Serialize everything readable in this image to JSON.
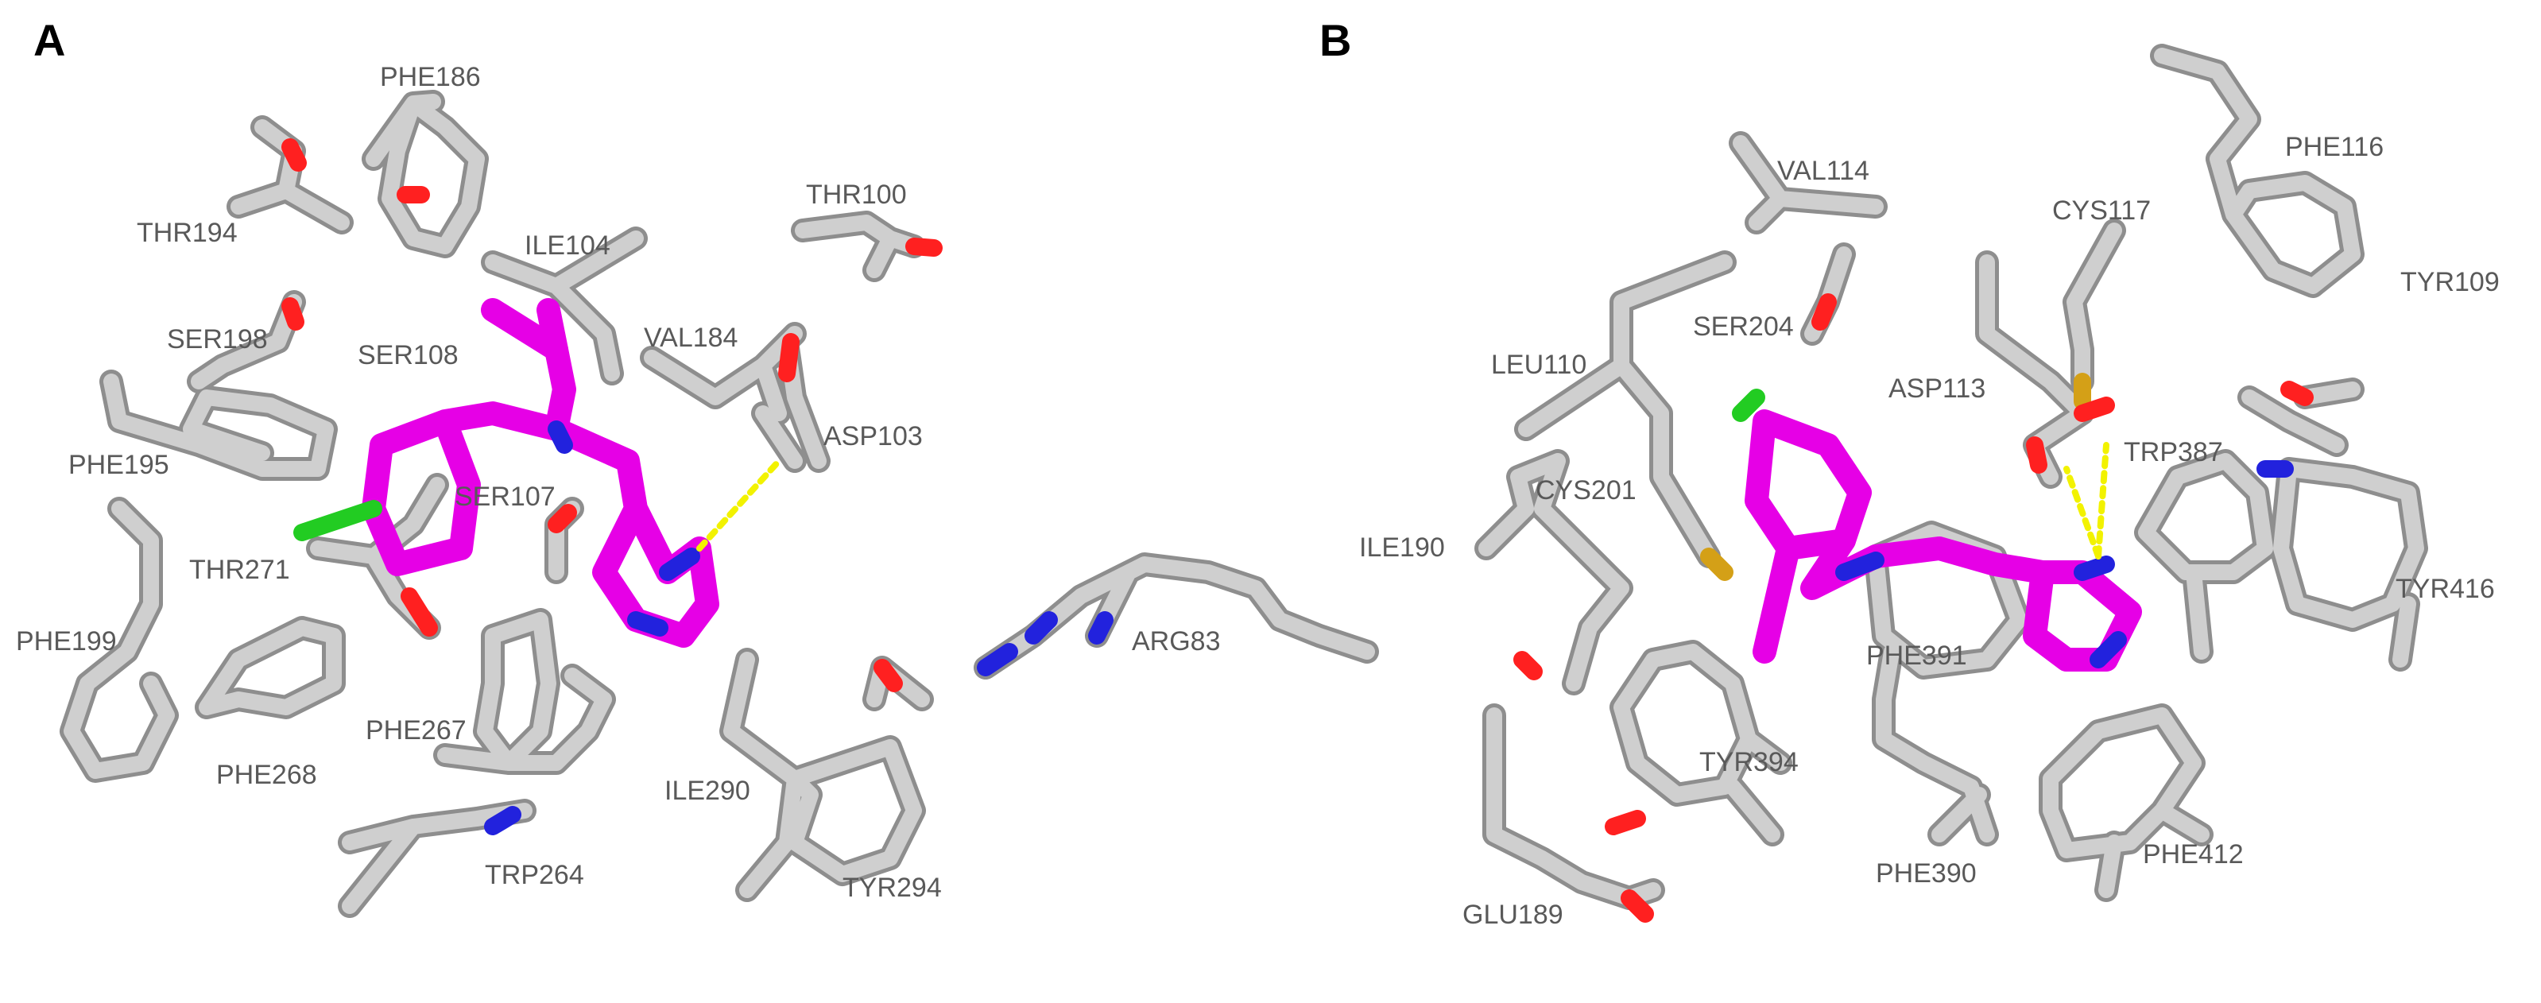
{
  "panels": [
    {
      "letter": "A",
      "labels": [
        "PHE186",
        "THR194",
        "ILE104",
        "THR100",
        "SER198",
        "SER108",
        "VAL184",
        "ASP103",
        "PHE195",
        "SER107",
        "THR271",
        "ARG83",
        "PHE199",
        "PHE267",
        "PHE268",
        "ILE290",
        "TRP264",
        "TYR294"
      ]
    },
    {
      "letter": "B",
      "labels": [
        "VAL114",
        "PHE116",
        "CYS117",
        "TYR109",
        "LEU110",
        "SER204",
        "ASP113",
        "TRP387",
        "CYS201",
        "ILE190",
        "TYR416",
        "PHE391",
        "TYR394",
        "PHE390",
        "PHE412",
        "GLU189"
      ]
    }
  ],
  "colors": {
    "carbon": "#d0d0d0",
    "ligand_carbon": "#e600e6",
    "oxygen": "#ff2020",
    "nitrogen": "#2222dd",
    "chlorine": "#22cc22",
    "sulfur": "#d4a017",
    "hbond": "#f2f200"
  }
}
